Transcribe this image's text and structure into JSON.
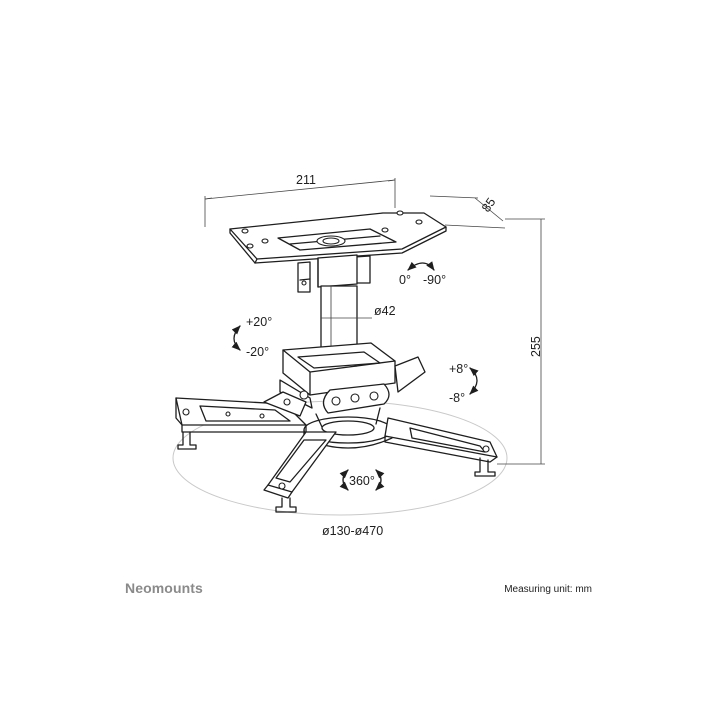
{
  "dimensions": {
    "width": "211",
    "depth": "85",
    "height": "255",
    "tube_diameter": "ø42",
    "plate_range": "ø130-ø470"
  },
  "rotations": {
    "swivel_left": "0°",
    "swivel_right": "-90°",
    "tilt_up": "+20°",
    "tilt_down": "-20°",
    "roll_up": "+8°",
    "roll_down": "-8°",
    "full_rotation": "360°"
  },
  "brand": {
    "name": "Neomounts",
    "color": "#8a8a8a"
  },
  "footer": {
    "unit_label": "Measuring unit: mm"
  },
  "colors": {
    "line": "#1e1e1e",
    "reach_circle": "#c9c9c9"
  }
}
